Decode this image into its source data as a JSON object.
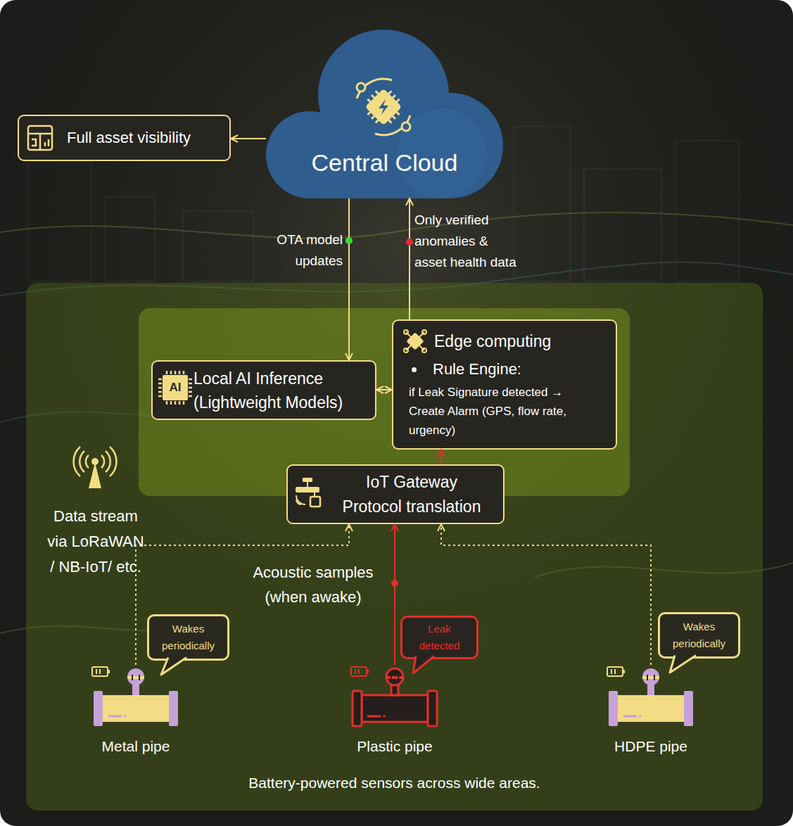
{
  "diagram": {
    "nodes": [
      {
        "text": [
          "Central Cloud"
        ]
      },
      {
        "text": [
          "Full asset visibility"
        ]
      },
      {
        "text": [
          "Battery-powered sensors across wide areas."
        ]
      },
      {
        "text": [
          "Local AI Inference (Lightweight Models)"
        ],
        "in": 2
      },
      {
        "text": [
          "Edge computing",
          "Rule Engine:",
          "if Leak Signature detected → Create Alarm (GPS, flow rate, urgency)"
        ],
        "in": 2
      },
      {
        "text": [
          "IoT Gateway",
          "Protocol translation"
        ],
        "in": 2
      },
      {
        "text": [
          "Wakes periodically"
        ],
        "in": 2
      },
      {
        "text": [
          "Leak detected"
        ],
        "in": 2
      },
      {
        "text": [
          "Wakes periodically"
        ],
        "in": 2
      },
      {
        "text": [
          "Metal pipe"
        ],
        "in": 2
      },
      {
        "text": [
          "Plastic pipe"
        ],
        "in": 2
      },
      {
        "text": [
          "HDPE pipe"
        ],
        "in": 2
      }
    ],
    "edges": [
      {
        "from": 0,
        "to": 3,
        "arrow": "to",
        "label": "OTA model updates"
      },
      {
        "from": 4,
        "to": 0,
        "arrow": "to",
        "label": "Only verified anomalies & asset health data"
      },
      {
        "from": 0,
        "to": 1,
        "arrow": "to"
      },
      {
        "from": 3,
        "to": 4,
        "arrow": "both"
      },
      {
        "from": 5,
        "to": 4,
        "arrow": "to"
      },
      {
        "from": 9,
        "to": 5,
        "arrow": "to"
      },
      {
        "from": 10,
        "to": 5,
        "arrow": "to",
        "label": "Acoustic samples (when awake)"
      },
      {
        "from": 11,
        "to": 5,
        "arrow": "to"
      }
    ],
    "labels": [
      "AI",
      "Data stream via LoRaWAN / NB-IoT/ etc."
    ]
  }
}
